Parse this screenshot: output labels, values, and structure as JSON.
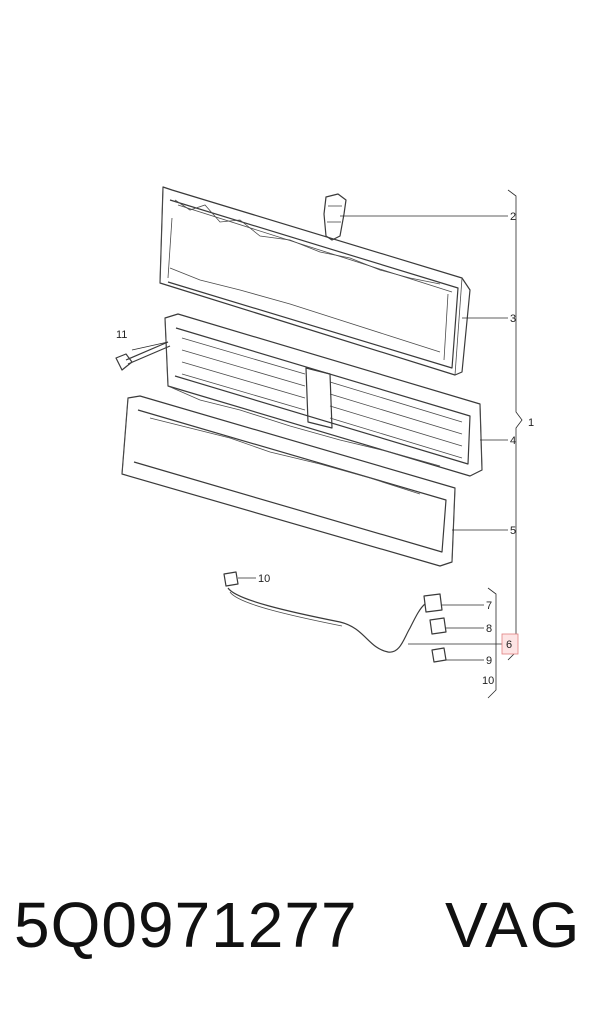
{
  "diagram": {
    "callouts": {
      "c1": "1",
      "c2": "2",
      "c3": "3",
      "c4": "4",
      "c5": "5",
      "c6": "6",
      "c7": "7",
      "c8": "8",
      "c9": "9",
      "c10a": "10",
      "c10b": "10",
      "c11": "11"
    },
    "highlight_color": "#fde4e4"
  },
  "footer": {
    "part_number": "5Q0971277",
    "brand": "VAG"
  }
}
